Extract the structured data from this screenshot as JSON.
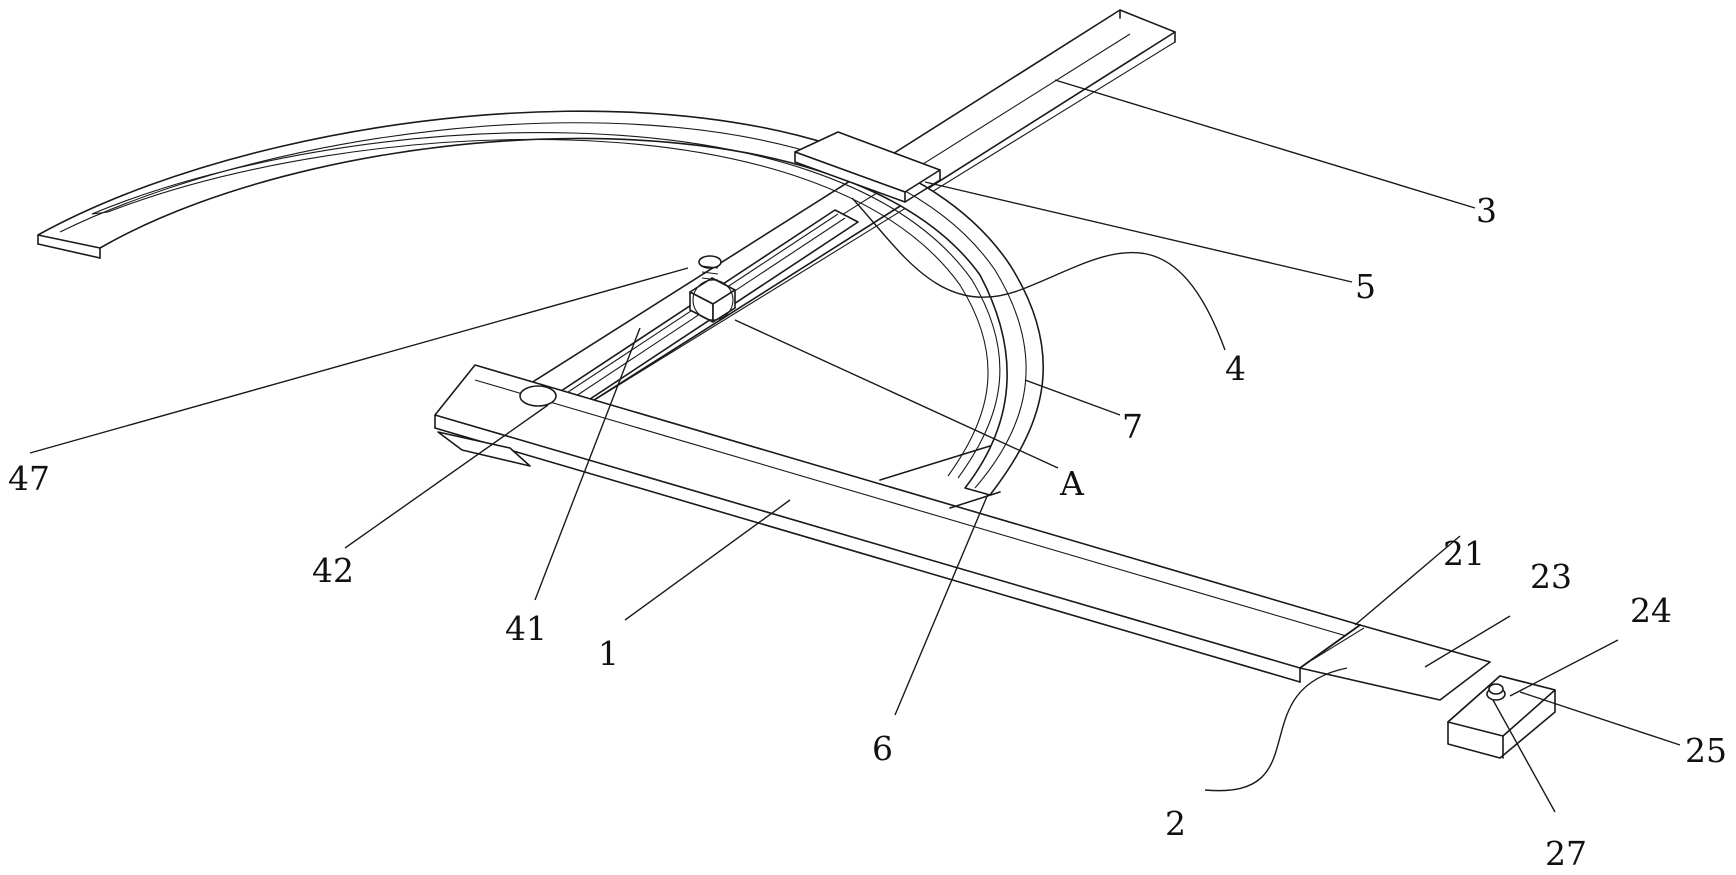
{
  "labels": [
    {
      "id": "3",
      "text": "3"
    },
    {
      "id": "5",
      "text": "5"
    },
    {
      "id": "4",
      "text": "4"
    },
    {
      "id": "7",
      "text": "7"
    },
    {
      "id": "A",
      "text": "A"
    },
    {
      "id": "47",
      "text": "47"
    },
    {
      "id": "42",
      "text": "42"
    },
    {
      "id": "41",
      "text": "41"
    },
    {
      "id": "1",
      "text": "1"
    },
    {
      "id": "6",
      "text": "6"
    },
    {
      "id": "21",
      "text": "21"
    },
    {
      "id": "23",
      "text": "23"
    },
    {
      "id": "24",
      "text": "24"
    },
    {
      "id": "25",
      "text": "25"
    },
    {
      "id": "2",
      "text": "2"
    },
    {
      "id": "27",
      "text": "27"
    }
  ]
}
